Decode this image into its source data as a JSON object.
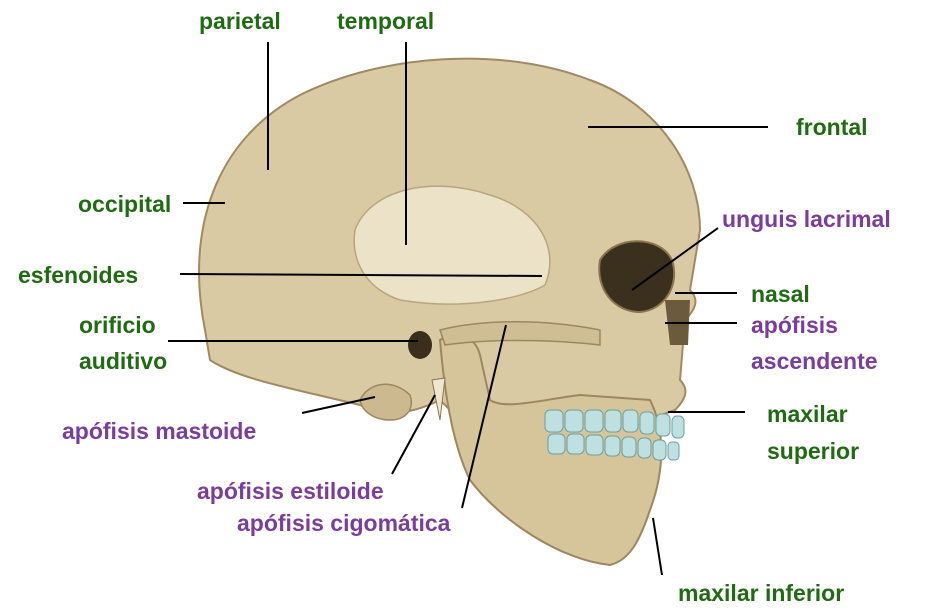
{
  "colors": {
    "bone_label": "#1f6b12",
    "feature_label": "#7a3d9e",
    "leader_line": "#000000",
    "bone_fill": "#d9c9a3",
    "bone_shadow": "#a08a63",
    "teeth": "#bfe0e0"
  },
  "labels": {
    "parietal": "parietal",
    "temporal": "temporal",
    "frontal": "frontal",
    "occipital": "occipital",
    "unguis_lacrimal": "unguis lacrimal",
    "esfenoides": "esfenoides",
    "nasal": "nasal",
    "orificio": "orificio",
    "auditivo": "auditivo",
    "apofisis_asc_1": "apófisis",
    "apofisis_asc_2": "ascendente",
    "maxilar_superior_1": "maxilar",
    "maxilar_superior_2": "superior",
    "apofisis_mastoide": "apófisis mastoide",
    "apofisis_estiloide": "apófisis estiloide",
    "apofisis_cigomatica": "apófisis cigomática",
    "maxilar_inferior": "maxilar inferior"
  }
}
